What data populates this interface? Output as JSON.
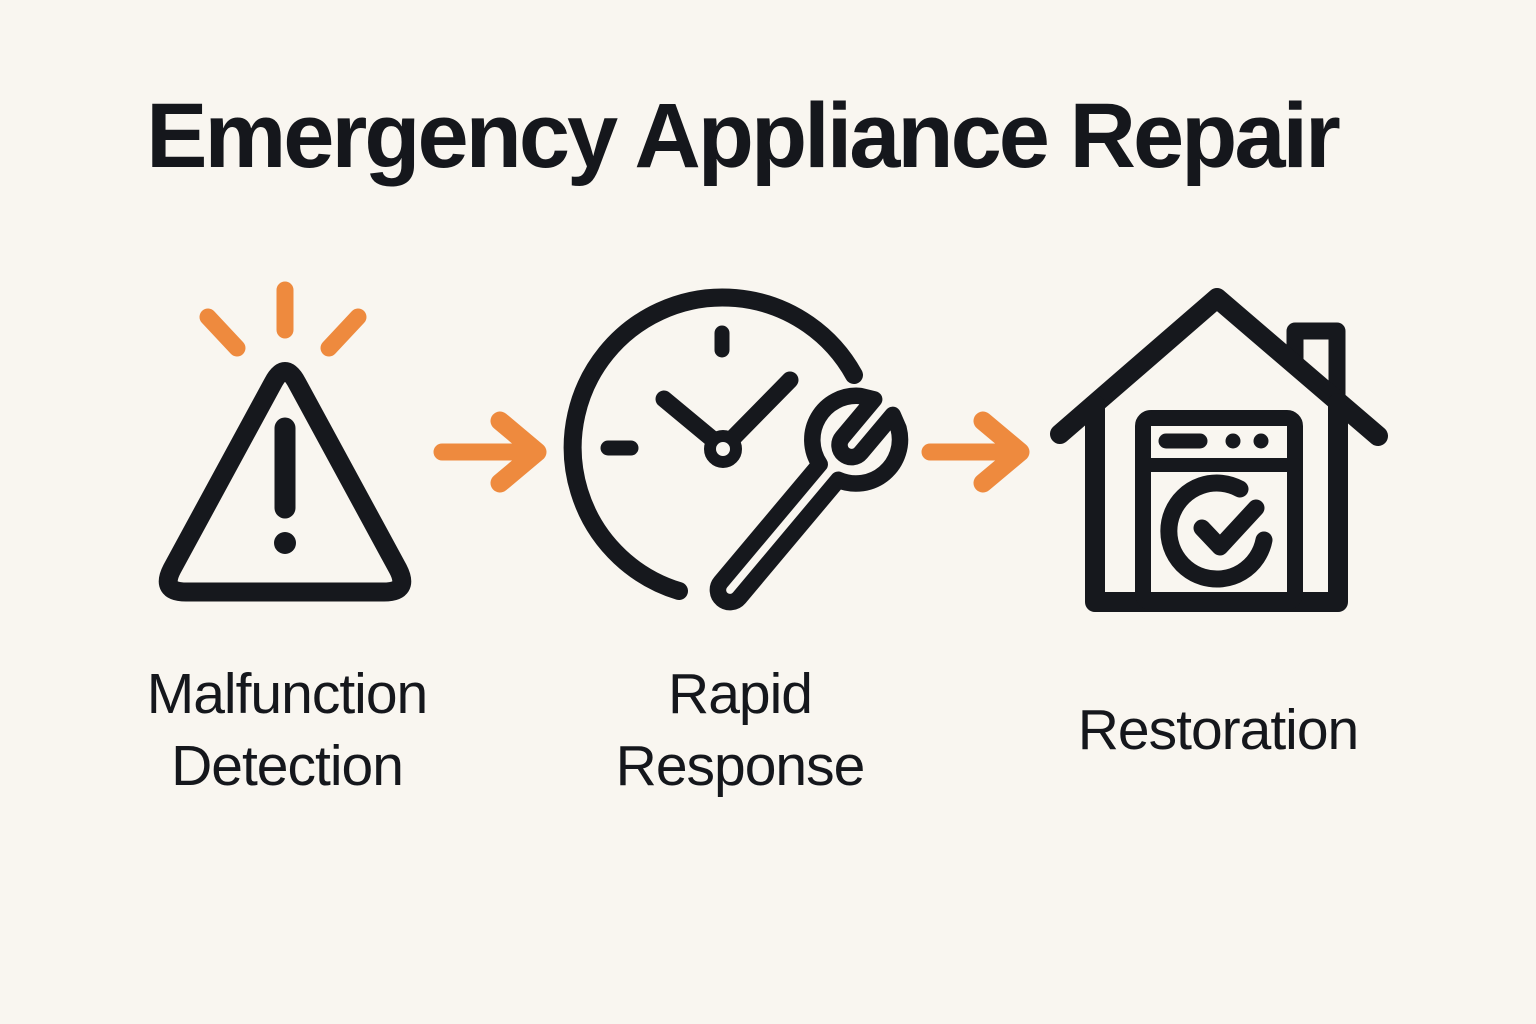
{
  "title": "Emergency Appliance Repair",
  "steps": [
    {
      "icon": "warning-triangle-icon",
      "lines": [
        "Malfunction",
        "Detection"
      ]
    },
    {
      "icon": "clock-wrench-icon",
      "lines": [
        "Rapid",
        "Response"
      ]
    },
    {
      "icon": "house-appliance-check-icon",
      "lines": [
        "Restoration"
      ]
    }
  ],
  "connectors": [
    {
      "icon": "arrow-right-icon"
    },
    {
      "icon": "arrow-right-icon"
    }
  ],
  "colors": {
    "background": "#F9F6F0",
    "ink": "#16181D",
    "accent": "#EE8A3E"
  }
}
